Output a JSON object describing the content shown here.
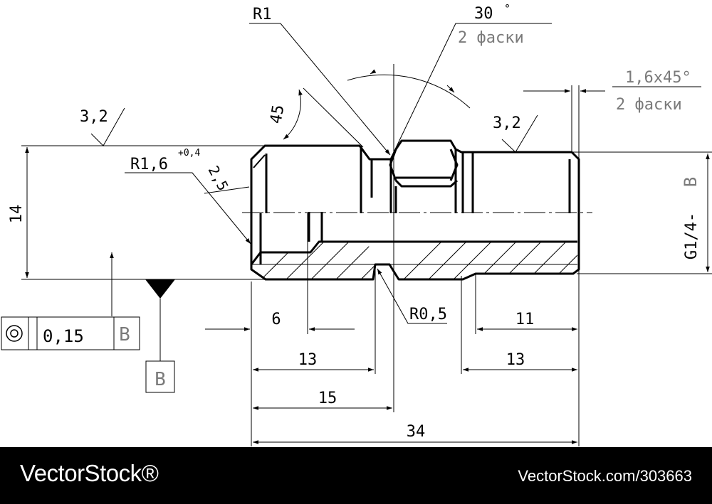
{
  "drawing": {
    "radius_top": "R1",
    "angle_value": "30",
    "angle_unit": "°",
    "chamfers_2_ru_a": "2 фаски",
    "chamfer_right": "1,6x45°",
    "chamfers_2_ru_b": "2 фаски",
    "roughness_left": "3,2",
    "roughness_right": "3,2",
    "chamfer_angle": "45",
    "fillet_r16": "R1,6",
    "fillet_r16_tol": "+0,4",
    "chamfer_25": "2,5",
    "height_14": "14",
    "thread_spec": "G1/4-",
    "thread_datum": "B",
    "groove_radius": "R0,5",
    "dim_6": "6",
    "dim_11": "11",
    "dim_13_left": "13",
    "dim_13_right": "13",
    "dim_15": "15",
    "dim_34": "34",
    "tolerance_value": "0,15",
    "tolerance_datum": "B",
    "datum_label": "B"
  },
  "footer": {
    "brand": "VectorStock®",
    "url": "VectorStock.com/303663"
  },
  "colors": {
    "ink": "#000000",
    "paper": "#ffffff",
    "datum_grey": "#7a7a7a",
    "footer_bg": "#000000",
    "footer_text": "#ffffff"
  }
}
